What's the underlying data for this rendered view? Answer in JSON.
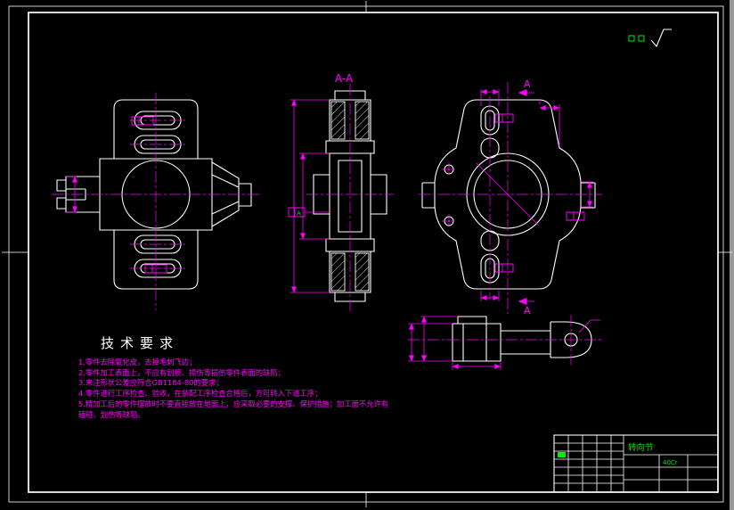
{
  "colors": {
    "geometry": "#ffffff",
    "dimension": "#ff00ff",
    "accent": "#00ee00",
    "background": "#000000"
  },
  "views": {
    "section_label": "A-A",
    "section_arrow_top": "A",
    "section_arrow_bottom": "A",
    "datum_label": "A"
  },
  "tech_requirements": {
    "title": "技术要求",
    "lines": [
      "1.零件去除氧化皮，去掉毛刺飞边；",
      "2.零件加工表面上，不应有划痕、擦伤等损伤零件表面的缺陷；",
      "3.未注形状公差应符合GB1184-80的要求；",
      "4.零件进行工序检查、验收，在装配工序检查合格后，方可转入下道工序；",
      "5.精加工后的零件摆放时不要直接放在地面上，应采取必要的支撑、保护措施；加工面不允许有",
      "磕碰、划伤等缺陷。"
    ]
  },
  "title_block": {
    "part_name": "转向节",
    "material": "40Cr"
  }
}
